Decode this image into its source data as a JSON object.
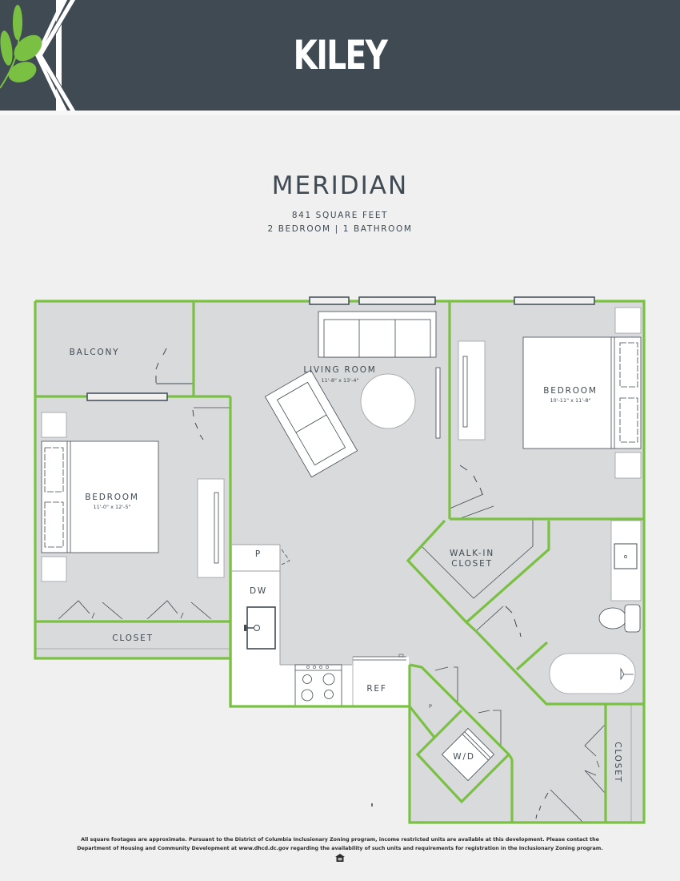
{
  "header": {
    "brand": "KILEY",
    "background_color": "#3f4a52",
    "accent_color": "#7ac143"
  },
  "plan": {
    "name": "MERIDIAN",
    "square_feet": "841 SQUARE FEET",
    "layout": "2 BEDROOM | 1 BATHROOM"
  },
  "rooms": {
    "balcony": {
      "label": "BALCONY"
    },
    "living_room": {
      "label": "LIVING ROOM",
      "dimensions": "11'-8\" x 13'-4\""
    },
    "bedroom_left": {
      "label": "BEDROOM",
      "dimensions": "11'-0\" x 12'-5\""
    },
    "bedroom_right": {
      "label": "BEDROOM",
      "dimensions": "10'-11\" x 11'-8\""
    },
    "closet_left": {
      "label": "CLOSET"
    },
    "walk_in_closet": {
      "label_line1": "WALK-IN",
      "label_line2": "CLOSET"
    },
    "closet_right": {
      "label": "CLOSET"
    },
    "pantry_kitchen": {
      "label": "P"
    },
    "dishwasher": {
      "label": "DW"
    },
    "refrigerator": {
      "label": "REF"
    },
    "pantry_hall": {
      "label": "P"
    },
    "washer_dryer": {
      "label": "W/D"
    }
  },
  "colors": {
    "wall": "#7ac143",
    "floor": "#d9dadb",
    "fixture_line": "#3f4a52"
  },
  "footer": {
    "disclaimer_line1": "All square footages are approximate. Pursuant to the District of Columbia Inclusionary Zoning program, income restricted units are available at this development. Please contact the",
    "disclaimer_line2": "Department of Housing and Community Development at www.dhcd.dc.gov regarding the availability of such units and requirements for registration in the Inclusionary Zoning program.",
    "icon": "equal-housing-opportunity-icon"
  }
}
